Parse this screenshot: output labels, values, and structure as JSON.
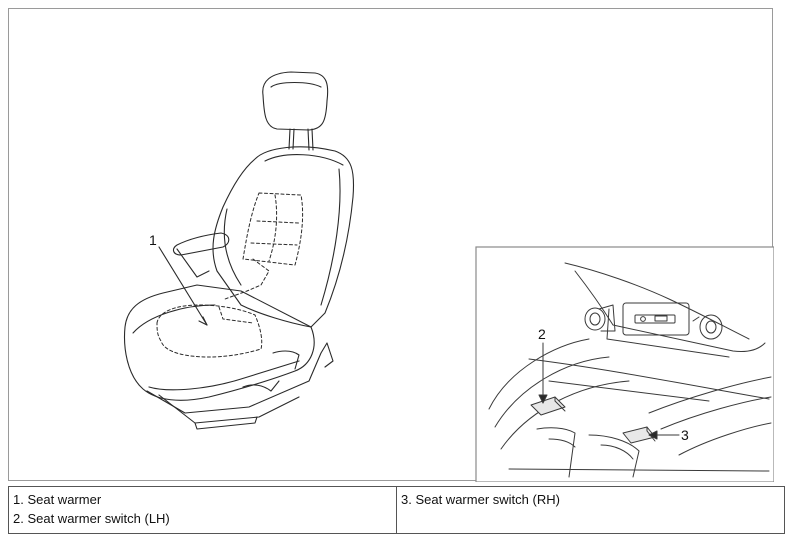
{
  "callouts": {
    "seat_warmer": "1",
    "switch_lh": "2",
    "switch_rh": "3"
  },
  "legend": {
    "left": [
      "1. Seat warmer",
      "2. Seat warmer switch (LH)"
    ],
    "right": [
      "3. Seat warmer switch (RH)"
    ]
  }
}
